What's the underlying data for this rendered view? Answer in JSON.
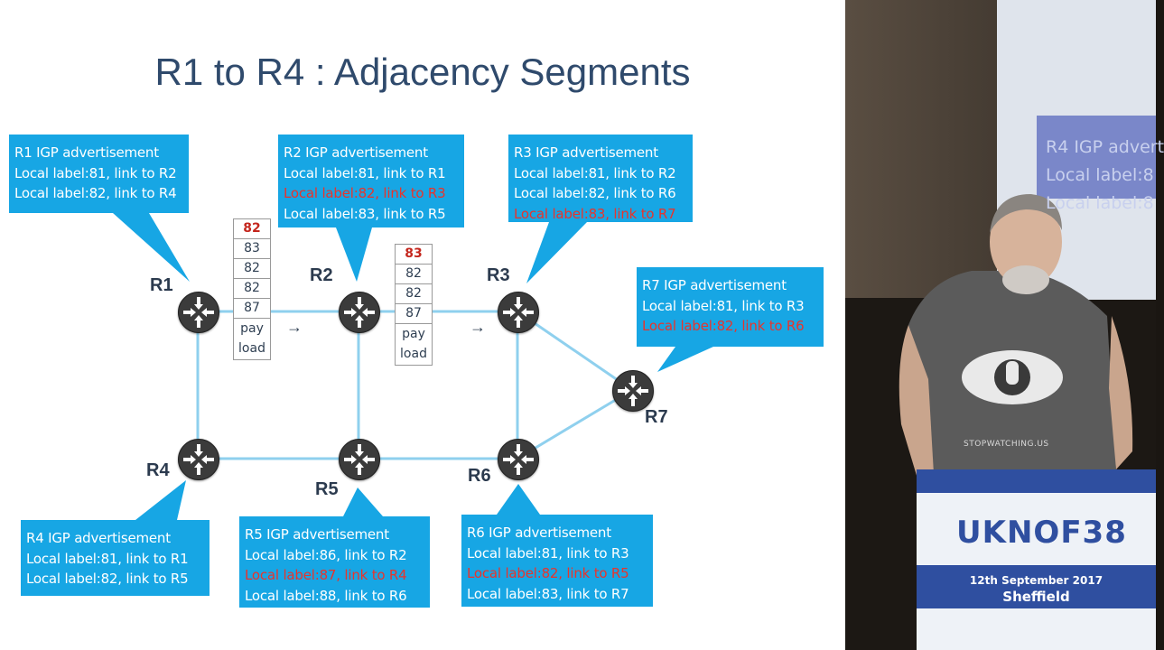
{
  "title": "R1 to R4 : Adjacency Segments",
  "colors": {
    "callout": "#17a6e4",
    "highlight": "#e8342c",
    "link": "#8fd0ee",
    "router": "#3b3b3b"
  },
  "routers": {
    "r1": "R1",
    "r2": "R2",
    "r3": "R3",
    "r4": "R4",
    "r5": "R5",
    "r6": "R6",
    "r7": "R7"
  },
  "callouts": {
    "r1": {
      "title": "R1 IGP advertisement",
      "lines": [
        "Local label:81, link to R2",
        "Local label:82, link to R4"
      ],
      "highlight": []
    },
    "r2": {
      "title": "R2 IGP advertisement",
      "lines": [
        "Local label:81, link to R1",
        "Local label:82, link to R3",
        "Local label:83, link to R5"
      ],
      "highlight": [
        1
      ]
    },
    "r3": {
      "title": "R3 IGP advertisement",
      "lines": [
        "Local label:81, link to R2",
        "Local label:82, link to R6",
        "Local label:83, link to R7"
      ],
      "highlight": [
        2
      ]
    },
    "r7": {
      "title": "R7 IGP advertisement",
      "lines": [
        "Local label:81, link to R3",
        "Local label:82, link to R6"
      ],
      "highlight": [
        1
      ]
    },
    "r4": {
      "title": "R4 IGP advertisement",
      "lines": [
        "Local label:81, link to R1",
        "Local label:82, link to R5"
      ],
      "highlight": []
    },
    "r5": {
      "title": "R5 IGP advertisement",
      "lines": [
        "Local label:86, link to R2",
        "Local label:87, link to R4",
        "Local label:88, link to R6"
      ],
      "highlight": [
        1
      ]
    },
    "r6": {
      "title": "R6 IGP advertisement",
      "lines": [
        "Local label:81, link to R3",
        "Local label:82, link to R5",
        "Local label:83, link to R7"
      ],
      "highlight": [
        1
      ]
    }
  },
  "stacks": {
    "first": {
      "labels": [
        "82",
        "83",
        "82",
        "82",
        "87"
      ],
      "payload": [
        "pay",
        "load"
      ]
    },
    "second": {
      "labels": [
        "83",
        "82",
        "82",
        "87"
      ],
      "payload": [
        "pay",
        "load"
      ]
    }
  },
  "arrow_glyph": "→",
  "video": {
    "projection_text": [
      "R4 IGP advert",
      "Local label:8",
      "Local label:8"
    ],
    "shirt_text": "STOPWATCHING.US",
    "event_logo": "UKNOF38",
    "event_date": "12th September 2017",
    "event_city": "Sheffield"
  }
}
